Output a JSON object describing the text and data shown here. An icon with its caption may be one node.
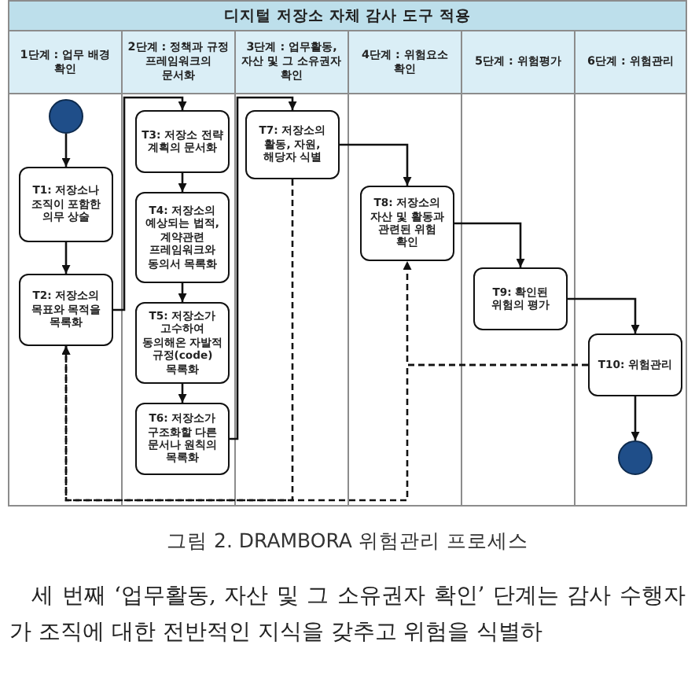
{
  "diagram": {
    "title": "디지털 저장소 자체 감사 도구 적용",
    "caption": "그림 2. DRAMBORA 위험관리 프로세스",
    "nodes": [
      {
        "text": [
          "1단계 : 업무 배경 확인"
        ]
      },
      {
        "text": [
          "2단계 : 정책과 규정 프레임워크의 문서화"
        ]
      },
      {
        "text": [
          "3단계 : 업무활동, 자산 및 그 소유권자 확인"
        ]
      },
      {
        "text": [
          "4단계 : 위험요소 확인"
        ]
      },
      {
        "text": [
          "5단계 : 위험평가"
        ]
      },
      {
        "text": [
          "6단계 : 위험관리"
        ]
      },
      {
        "text": [],
        "shape": "circle",
        "in": 0
      },
      {
        "text": [
          "T1: 저장소나 조직이 포함한 의무 상술"
        ],
        "in": 0
      },
      {
        "text": [
          "T2: 저장소의 목표와 목적을 목록화"
        ],
        "in": 0
      },
      {
        "text": [
          "T3: 저장소 전략 계획의 문서화"
        ],
        "in": 1
      },
      {
        "text": [
          "T4: 저장소의 예상되는 법적, 계약관련 프레임워크와 동의서 목록화"
        ],
        "in": 1
      },
      {
        "text": [
          "T5: 저장소가 고수하여 동의해온 자발적 규정(code) 목록화"
        ],
        "in": 1
      },
      {
        "text": [
          "T6: 저장소가 구조화할 다른 문서나 원칙의 목록화"
        ],
        "in": 1
      },
      {
        "text": [
          "T7: 저장소의 활동, 자원, 해당자 식별"
        ],
        "in": 2
      },
      {
        "text": [
          "T8: 저장소의 자산 및 활동과 관련된 위험 확인"
        ],
        "in": 3
      },
      {
        "text": [
          "T9: 확인된 위험의 평가"
        ],
        "in": 4
      },
      {
        "text": [
          "T10: 위험관리"
        ],
        "in": 5
      },
      {
        "text": [],
        "shape": "circle",
        "in": 5
      }
    ],
    "edges": [
      {
        "from": 6,
        "to": 7,
        "arrow": "to"
      },
      {
        "from": 7,
        "to": 8,
        "arrow": "to"
      },
      {
        "from": 8,
        "to": 9,
        "arrow": "to"
      },
      {
        "from": 9,
        "to": 10,
        "arrow": "to"
      },
      {
        "from": 10,
        "to": 11,
        "arrow": "to"
      },
      {
        "from": 11,
        "to": 12,
        "arrow": "to"
      },
      {
        "from": 12,
        "to": 13,
        "arrow": "to"
      },
      {
        "from": 13,
        "to": 14,
        "arrow": "to"
      },
      {
        "from": 14,
        "to": 15,
        "arrow": "to"
      },
      {
        "from": 15,
        "to": 16,
        "arrow": "to"
      },
      {
        "from": 16,
        "to": 17,
        "arrow": "to"
      },
      {
        "from": 16,
        "to": 14,
        "arrow": "to",
        "style": "dashed"
      },
      {
        "from": 16,
        "to": 8,
        "arrow": "to",
        "style": "dashed"
      },
      {
        "from": 13,
        "to": 8,
        "arrow": "to",
        "style": "dashed"
      }
    ],
    "labels": [
      "세 번째 ‘업무활동, 자산 및 그 소유권자 확인’ 단계는 감사 수행자가 조직에 대한 전반적인 지식을 갖추고 위험을 식별하"
    ]
  }
}
